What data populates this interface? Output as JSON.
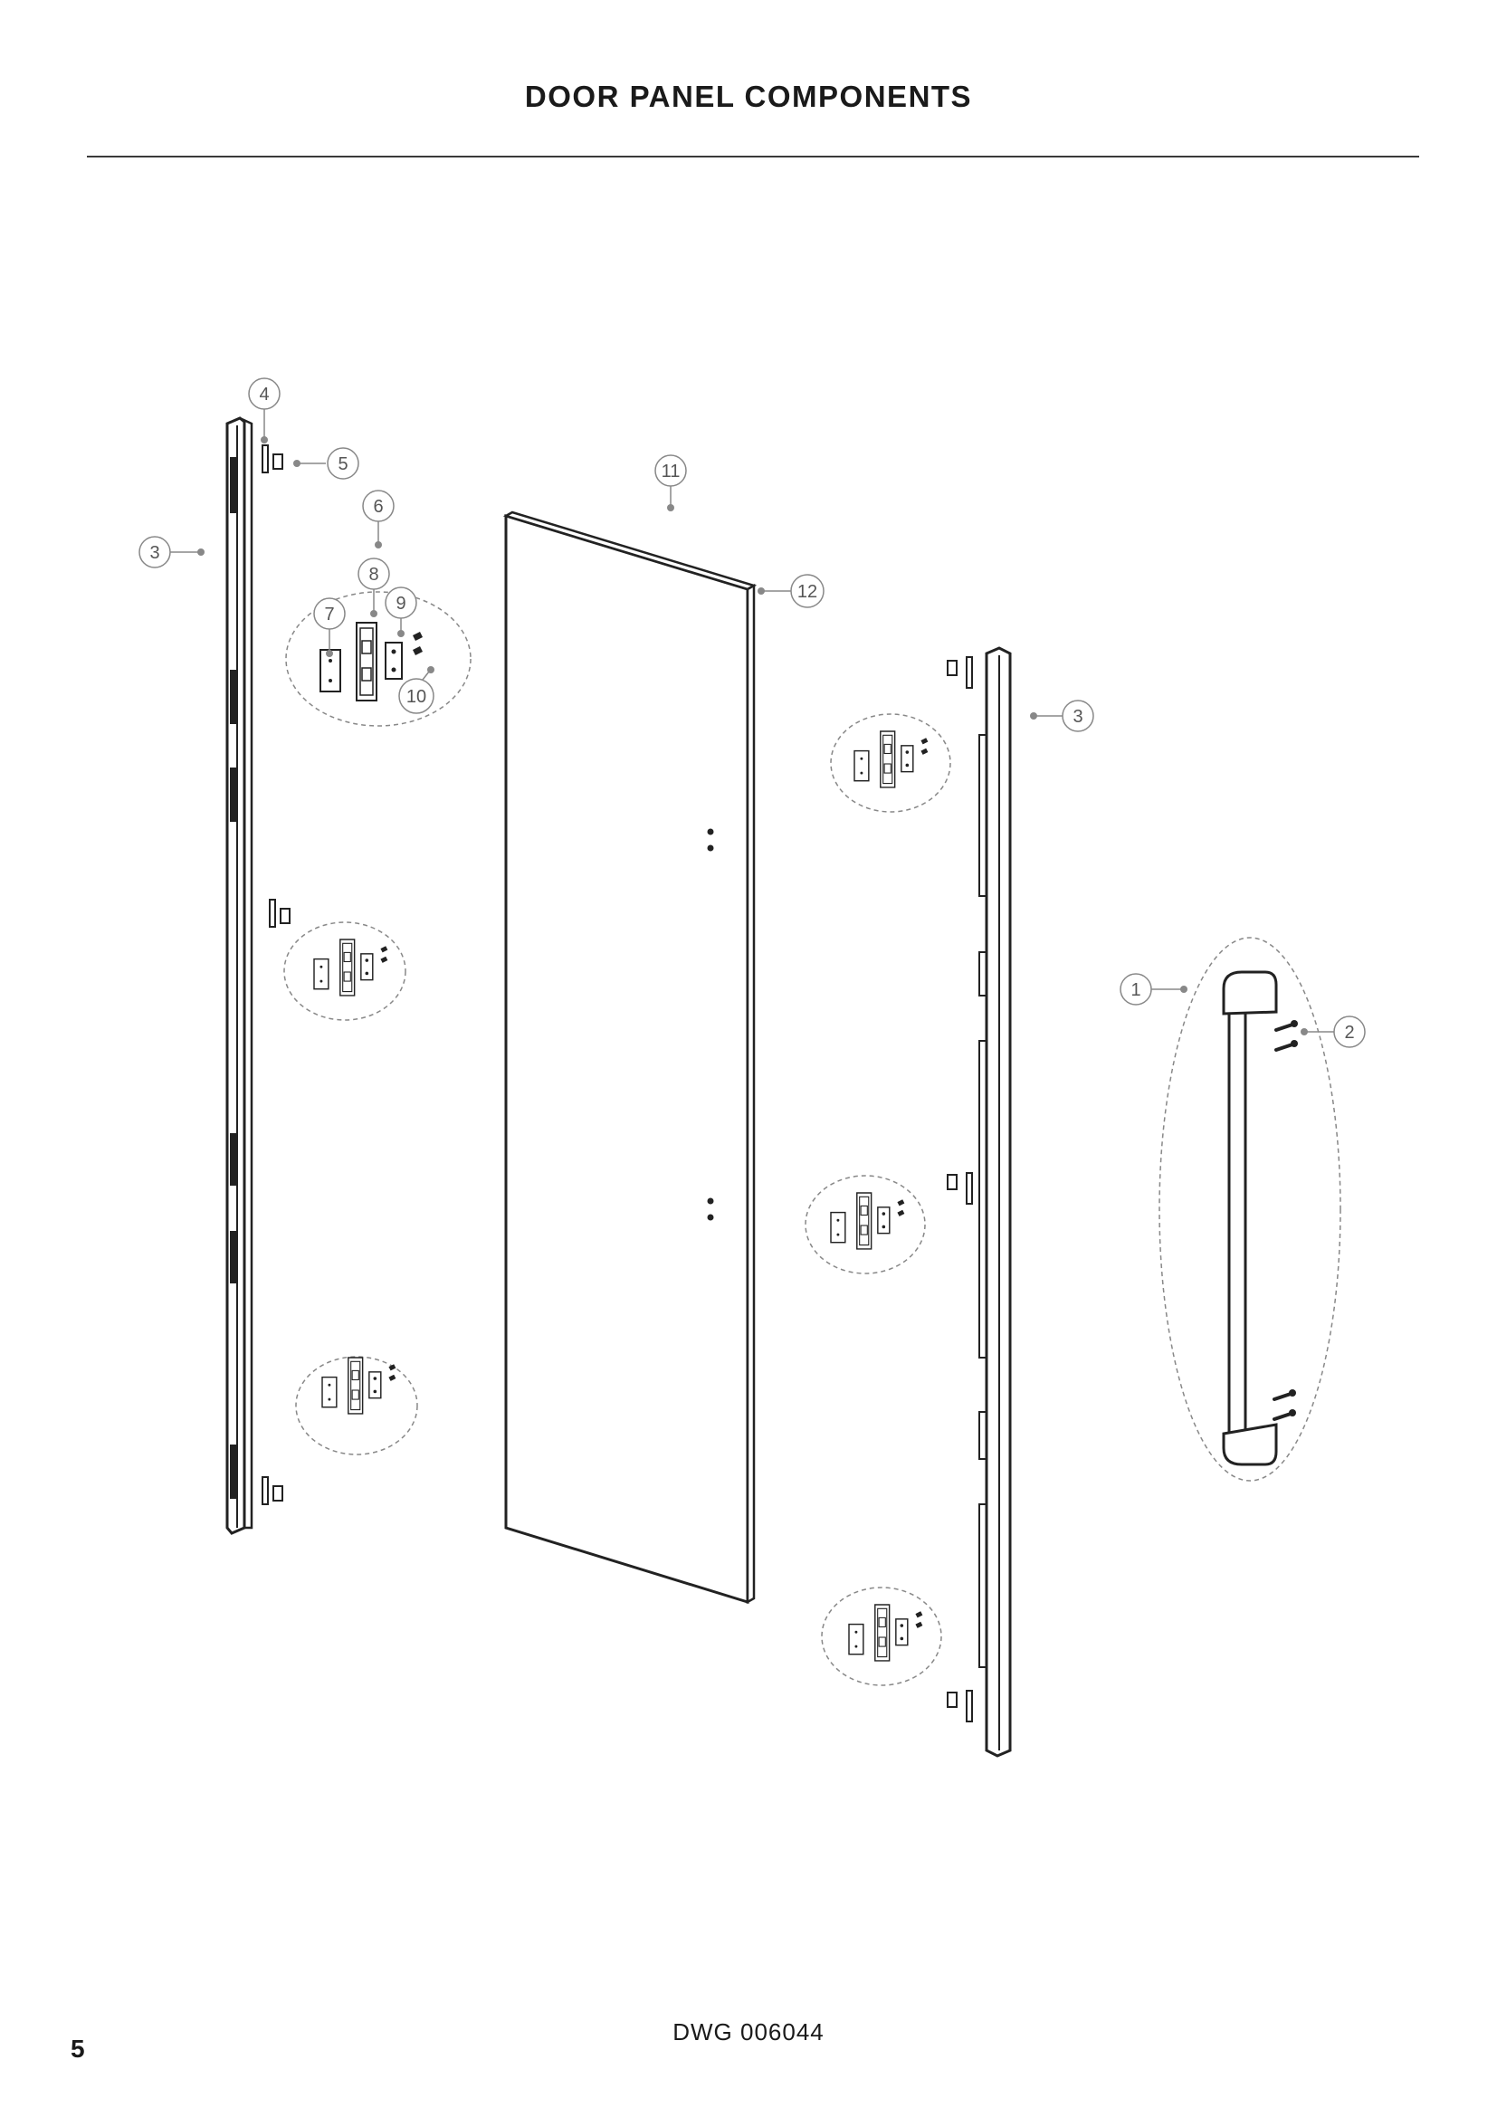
{
  "header": {
    "title": "DOOR PANEL COMPONENTS"
  },
  "footer": {
    "drawing_number": "DWG 006044",
    "page_number": "5"
  },
  "callouts": {
    "c1": "1",
    "c2": "2",
    "c3a": "3",
    "c3b": "3",
    "c4": "4",
    "c5": "5",
    "c6": "6",
    "c7": "7",
    "c8": "8",
    "c9": "9",
    "c10": "10",
    "c11": "11",
    "c12": "12"
  }
}
